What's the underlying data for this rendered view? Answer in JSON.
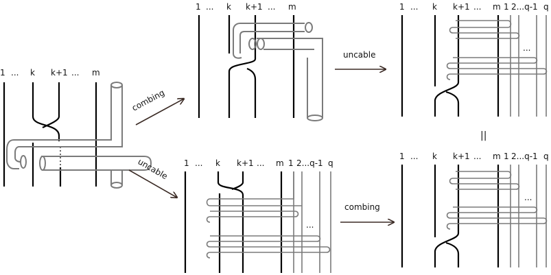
{
  "panels": {
    "start": {
      "labels": [
        "1",
        "...",
        "k",
        "k+1",
        "...",
        "m"
      ]
    },
    "combed": {
      "labels": [
        "1",
        "...",
        "k",
        "k+1",
        "...",
        "m"
      ]
    },
    "combed_uncabled": {
      "labels": [
        "1",
        "...",
        "k",
        "k+1",
        "...",
        "m",
        "1",
        "2...q-1",
        "q"
      ],
      "ellipsis": "..."
    },
    "uncabled": {
      "labels": [
        "1",
        "...",
        "k",
        "k+1",
        "...",
        "m",
        "1",
        "2...q-1",
        "q"
      ],
      "ellipsis": "..."
    },
    "uncabled_combed": {
      "labels": [
        "1",
        "...",
        "k",
        "k+1",
        "...",
        "m",
        "1",
        "2...q-1",
        "q"
      ],
      "ellipsis": "..."
    }
  },
  "arrows": {
    "combing_1": "combing",
    "uncable_1": "uncable",
    "uncable_2": "uncable",
    "combing_2": "combing"
  },
  "equals_symbol": "||"
}
